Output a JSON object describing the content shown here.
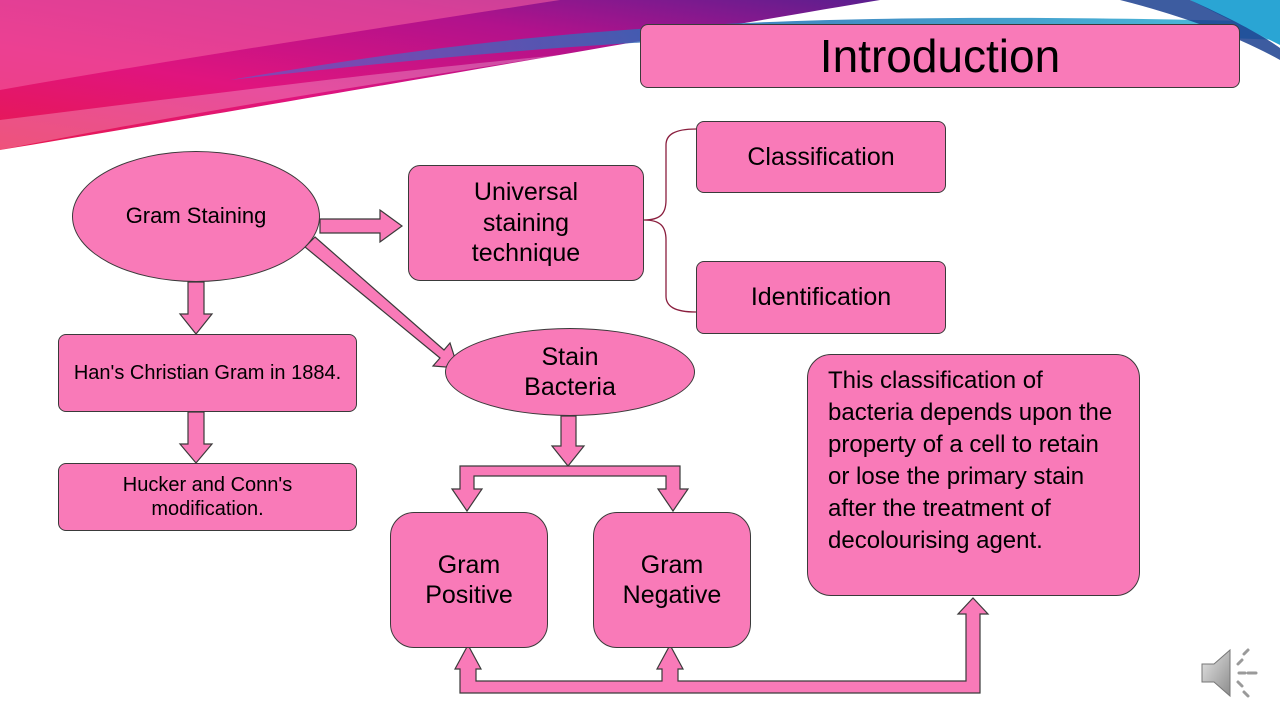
{
  "slide": {
    "title": "Introduction",
    "colors": {
      "box_fill": "#f97ab8",
      "box_border": "#3a3a3a",
      "accent_magenta": "#e0147e",
      "accent_blue": "#1f6fb5"
    }
  },
  "nodes": {
    "gram_staining": "Gram Staining",
    "universal_technique": "Universal staining technique",
    "classification": "Classification",
    "identification": "Identification",
    "hans_christian": "Han's Christian Gram in 1884.",
    "hucker_conn": "Hucker and Conn's modification.",
    "stain_bacteria": "Stain Bacteria",
    "gram_positive": "Gram Positive",
    "gram_negative": "Gram Negative",
    "description": "This classification of bacteria depends upon the property of a cell to retain or lose the primary stain after the treatment of decolourising agent."
  },
  "icons": {
    "audio": "speaker-icon"
  }
}
